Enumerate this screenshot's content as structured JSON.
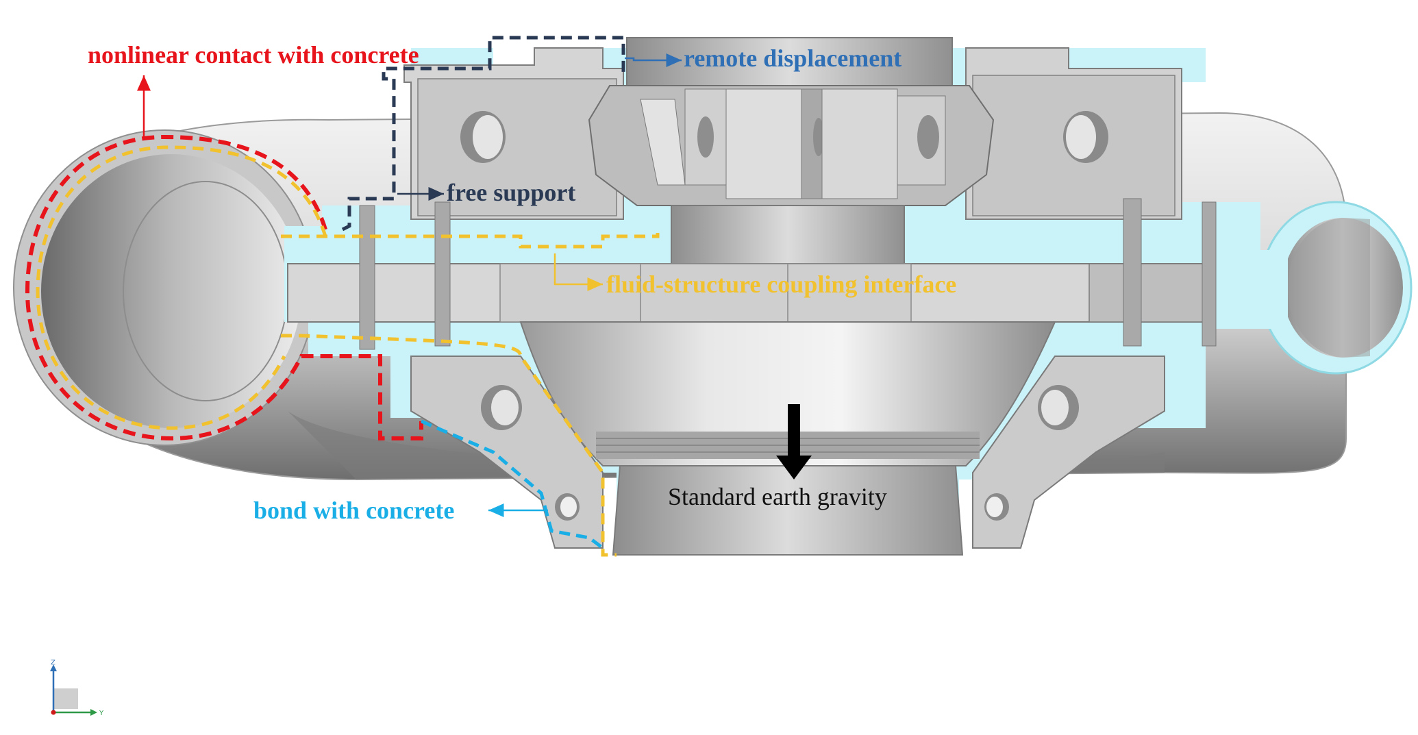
{
  "labels": {
    "nonlinear_contact": "nonlinear contact with concrete",
    "remote_displacement": "remote displacement",
    "free_support": "free support",
    "fluid_structure": "fluid-structure coupling interface",
    "bond_concrete": "bond with concrete",
    "gravity": "Standard earth gravity"
  },
  "axis_triad": {
    "vertical": "Z",
    "horizontal": "Y"
  },
  "colors": {
    "nonlinear_contact": "#e8141c",
    "remote_displacement": "#2f6fb5",
    "free_support": "#2a3a55",
    "fluid_structure": "#f2c12e",
    "bond_concrete": "#19aee6",
    "fluid_region": "#c9f3f8",
    "steel_light": "#e2e2e2",
    "steel_mid": "#bdbdbd",
    "steel_dark": "#8a8a8a",
    "gravity_arrow": "#000000"
  }
}
